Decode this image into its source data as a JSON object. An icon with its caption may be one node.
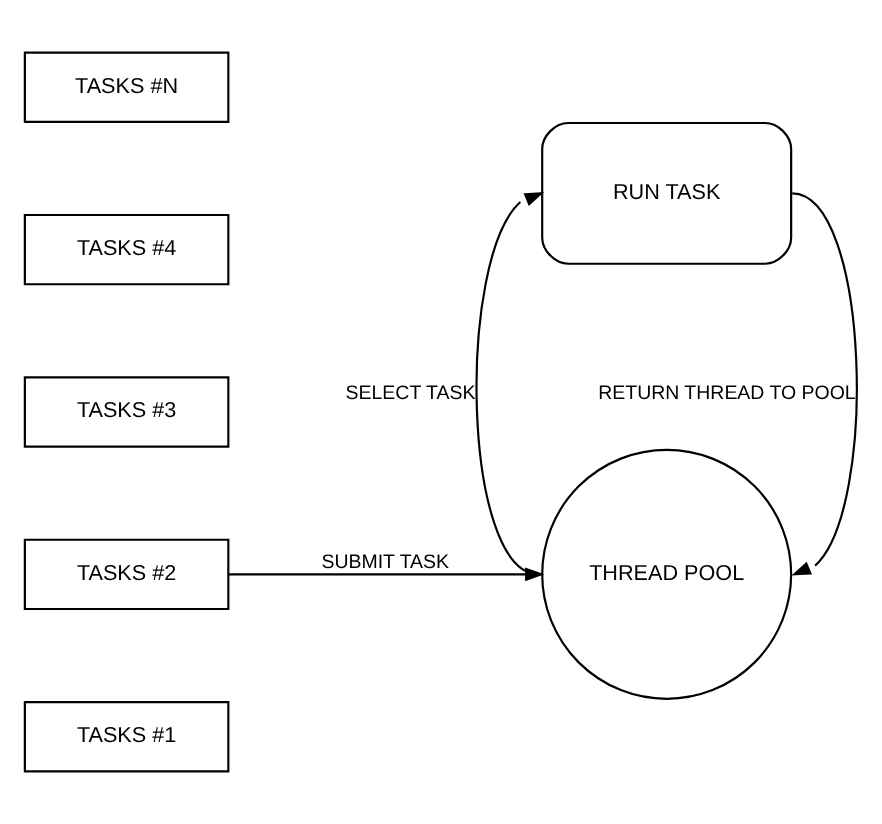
{
  "diagram": {
    "nodes": [
      {
        "text": [
          "TASKS #1"
        ]
      },
      {
        "text": [
          "TASKS #2"
        ]
      },
      {
        "text": [
          "TASKS #3"
        ]
      },
      {
        "text": [
          "TASKS #4"
        ]
      },
      {
        "text": [
          "TASKS #N"
        ]
      },
      {
        "text": [
          "THREAD POOL"
        ]
      },
      {
        "text": [
          "RUN TASK"
        ]
      }
    ],
    "edges": [
      {
        "from": 1,
        "to": 5,
        "arrow": "to",
        "label": "SUBMIT TASK"
      },
      {
        "from": 5,
        "to": 6,
        "arrow": "to",
        "label": "SELECT TASK"
      },
      {
        "from": 6,
        "to": 5,
        "arrow": "to",
        "label": "RETURN THREAD TO POOL"
      }
    ]
  }
}
